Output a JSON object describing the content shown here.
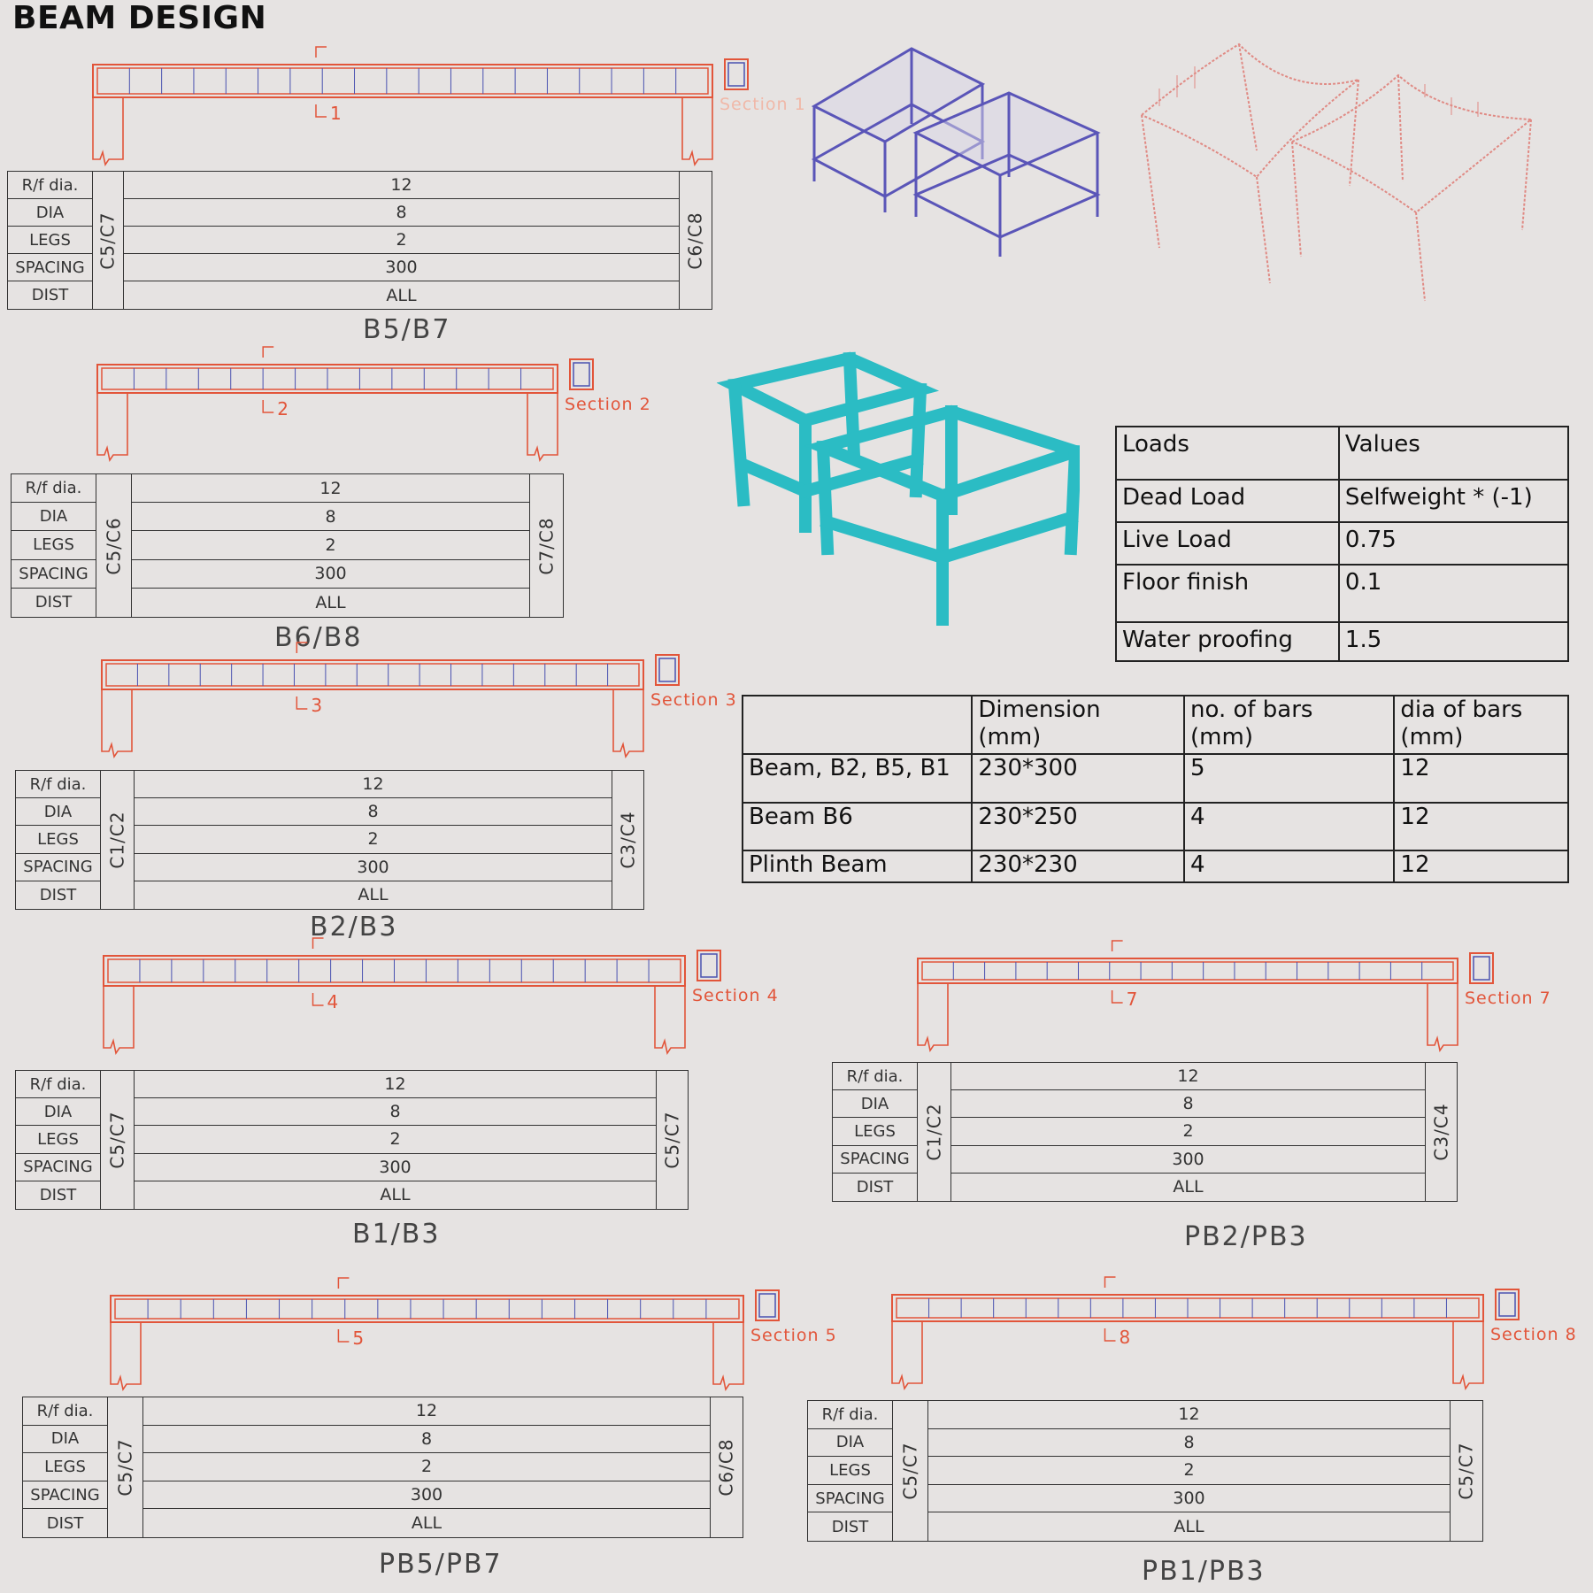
{
  "page_title": "BEAM DESIGN",
  "row_labels": [
    "R/f dia.",
    "DIA",
    "LEGS",
    "SPACING",
    "DIST"
  ],
  "beams": [
    {
      "name": "B5/B7",
      "left_col": "C5/C7",
      "right_col": "C6/C8",
      "values": [
        "12",
        "8",
        "2",
        "300",
        "ALL"
      ],
      "cut": "1",
      "section": "Section 1"
    },
    {
      "name": "B6/B8",
      "left_col": "C5/C6",
      "right_col": "C7/C8",
      "values": [
        "12",
        "8",
        "2",
        "300",
        "ALL"
      ],
      "cut": "2",
      "section": "Section 2"
    },
    {
      "name": "B2/B3",
      "left_col": "C1/C2",
      "right_col": "C3/C4",
      "values": [
        "12",
        "8",
        "2",
        "300",
        "ALL"
      ],
      "cut": "3",
      "section": "Section 3"
    },
    {
      "name": "B1/B3",
      "left_col": "C5/C7",
      "right_col": "C5/C7",
      "values": [
        "12",
        "8",
        "2",
        "300",
        "ALL"
      ],
      "cut": "4",
      "section": "Section 4"
    },
    {
      "name": "PB2/PB3",
      "left_col": "C1/C2",
      "right_col": "C3/C4",
      "values": [
        "12",
        "8",
        "2",
        "300",
        "ALL"
      ],
      "cut": "7",
      "section": "Section 7"
    },
    {
      "name": "PB5/PB7",
      "left_col": "C5/C7",
      "right_col": "C6/C8",
      "values": [
        "12",
        "8",
        "2",
        "300",
        "ALL"
      ],
      "cut": "5",
      "section": "Section 5"
    },
    {
      "name": "PB1/PB3",
      "left_col": "C5/C7",
      "right_col": "C5/C7",
      "values": [
        "12",
        "8",
        "2",
        "300",
        "ALL"
      ],
      "cut": "8",
      "section": "Section 8"
    }
  ],
  "loads_table": {
    "header": [
      "Loads",
      "Values"
    ],
    "rows": [
      [
        "Dead Load",
        "Selfweight * (-1)"
      ],
      [
        "Live Load",
        "0.75"
      ],
      [
        "Floor finish",
        "0.1"
      ],
      [
        "Water proofing",
        "1.5"
      ]
    ]
  },
  "dimension_table": {
    "header": [
      "",
      "Dimension\n(mm)",
      "no. of bars\n(mm)",
      "dia of bars\n(mm)"
    ],
    "header_lines": [
      [
        "",
        ""
      ],
      [
        "Dimension",
        "(mm)"
      ],
      [
        "no. of bars",
        "(mm)"
      ],
      [
        "dia of bars",
        "(mm)"
      ]
    ],
    "rows": [
      [
        "Beam, B2, B5, B1",
        "230*300",
        "5",
        "12"
      ],
      [
        "Beam B6",
        "230*250",
        "4",
        "12"
      ],
      [
        "Plinth Beam",
        "230*230",
        "4",
        "12"
      ]
    ]
  },
  "colors": {
    "beam": "#e2553a",
    "stirrup": "#4a52b0",
    "frame_blue": "#5a55b8",
    "frame_cyan": "#2bbcc4",
    "deflect": "#e08a84"
  }
}
